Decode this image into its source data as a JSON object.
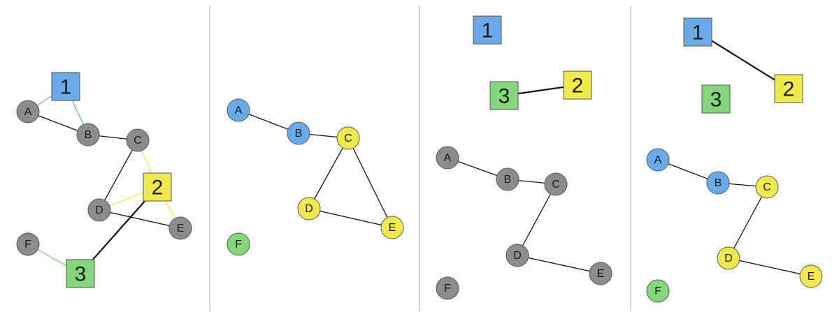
{
  "colors": {
    "blue": "#6aaae8",
    "yellow": "#f0ea50",
    "green": "#86d67e",
    "gray": "#8c8c8c",
    "edge": "#111111",
    "divider": "#c8c8c8"
  },
  "panels": [
    {
      "id": "panel-1",
      "nodes": [
        {
          "id": "1",
          "label": "1",
          "shape": "square",
          "color": "blue"
        },
        {
          "id": "2",
          "label": "2",
          "shape": "square",
          "color": "yellow"
        },
        {
          "id": "3",
          "label": "3",
          "shape": "square",
          "color": "green"
        },
        {
          "id": "A",
          "label": "A",
          "shape": "circle",
          "color": "gray"
        },
        {
          "id": "B",
          "label": "B",
          "shape": "circle",
          "color": "gray"
        },
        {
          "id": "C",
          "label": "C",
          "shape": "circle",
          "color": "gray"
        },
        {
          "id": "D",
          "label": "D",
          "shape": "circle",
          "color": "gray"
        },
        {
          "id": "E",
          "label": "E",
          "shape": "circle",
          "color": "gray"
        },
        {
          "id": "F",
          "label": "F",
          "shape": "circle",
          "color": "gray"
        }
      ],
      "edges": [
        {
          "from": "1",
          "to": "A",
          "color": "blue"
        },
        {
          "from": "1",
          "to": "B",
          "color": "blue"
        },
        {
          "from": "A",
          "to": "B",
          "color": "edge"
        },
        {
          "from": "B",
          "to": "C",
          "color": "edge"
        },
        {
          "from": "C",
          "to": "D",
          "color": "edge"
        },
        {
          "from": "D",
          "to": "E",
          "color": "edge"
        },
        {
          "from": "2",
          "to": "C",
          "color": "yellow"
        },
        {
          "from": "2",
          "to": "D",
          "color": "yellow"
        },
        {
          "from": "2",
          "to": "E",
          "color": "yellow"
        },
        {
          "from": "2",
          "to": "3",
          "color": "edge",
          "thick": true
        },
        {
          "from": "3",
          "to": "F",
          "color": "green"
        }
      ]
    },
    {
      "id": "panel-2",
      "nodes": [
        {
          "id": "A",
          "label": "A",
          "shape": "circle",
          "color": "blue"
        },
        {
          "id": "B",
          "label": "B",
          "shape": "circle",
          "color": "blue"
        },
        {
          "id": "C",
          "label": "C",
          "shape": "circle",
          "color": "yellow"
        },
        {
          "id": "D",
          "label": "D",
          "shape": "circle",
          "color": "yellow"
        },
        {
          "id": "E",
          "label": "E",
          "shape": "circle",
          "color": "yellow"
        },
        {
          "id": "F",
          "label": "F",
          "shape": "circle",
          "color": "green"
        }
      ],
      "edges": [
        {
          "from": "A",
          "to": "B",
          "color": "edge"
        },
        {
          "from": "B",
          "to": "C",
          "color": "edge"
        },
        {
          "from": "C",
          "to": "D",
          "color": "edge"
        },
        {
          "from": "C",
          "to": "E",
          "color": "edge"
        },
        {
          "from": "D",
          "to": "E",
          "color": "edge"
        }
      ]
    },
    {
      "id": "panel-3",
      "nodes": [
        {
          "id": "1",
          "label": "1",
          "shape": "square",
          "color": "blue"
        },
        {
          "id": "2",
          "label": "2",
          "shape": "square",
          "color": "yellow"
        },
        {
          "id": "3",
          "label": "3",
          "shape": "square",
          "color": "green"
        },
        {
          "id": "A",
          "label": "A",
          "shape": "circle",
          "color": "gray"
        },
        {
          "id": "B",
          "label": "B",
          "shape": "circle",
          "color": "gray"
        },
        {
          "id": "C",
          "label": "C",
          "shape": "circle",
          "color": "gray"
        },
        {
          "id": "D",
          "label": "D",
          "shape": "circle",
          "color": "gray"
        },
        {
          "id": "E",
          "label": "E",
          "shape": "circle",
          "color": "gray"
        },
        {
          "id": "F",
          "label": "F",
          "shape": "circle",
          "color": "gray"
        }
      ],
      "edges": [
        {
          "from": "3",
          "to": "2",
          "color": "edge",
          "thick": true
        },
        {
          "from": "A",
          "to": "B",
          "color": "edge"
        },
        {
          "from": "B",
          "to": "C",
          "color": "edge"
        },
        {
          "from": "C",
          "to": "D",
          "color": "edge"
        },
        {
          "from": "D",
          "to": "E",
          "color": "edge"
        }
      ]
    },
    {
      "id": "panel-4",
      "nodes": [
        {
          "id": "1",
          "label": "1",
          "shape": "square",
          "color": "blue"
        },
        {
          "id": "2",
          "label": "2",
          "shape": "square",
          "color": "yellow"
        },
        {
          "id": "3",
          "label": "3",
          "shape": "square",
          "color": "green"
        },
        {
          "id": "A",
          "label": "A",
          "shape": "circle",
          "color": "blue"
        },
        {
          "id": "B",
          "label": "B",
          "shape": "circle",
          "color": "blue"
        },
        {
          "id": "C",
          "label": "C",
          "shape": "circle",
          "color": "yellow"
        },
        {
          "id": "D",
          "label": "D",
          "shape": "circle",
          "color": "yellow"
        },
        {
          "id": "E",
          "label": "E",
          "shape": "circle",
          "color": "yellow"
        },
        {
          "id": "F",
          "label": "F",
          "shape": "circle",
          "color": "green"
        }
      ],
      "edges": [
        {
          "from": "1",
          "to": "2",
          "color": "edge",
          "thick": true
        },
        {
          "from": "A",
          "to": "B",
          "color": "edge"
        },
        {
          "from": "B",
          "to": "C",
          "color": "edge"
        },
        {
          "from": "C",
          "to": "D",
          "color": "edge"
        },
        {
          "from": "D",
          "to": "E",
          "color": "edge"
        }
      ]
    }
  ]
}
